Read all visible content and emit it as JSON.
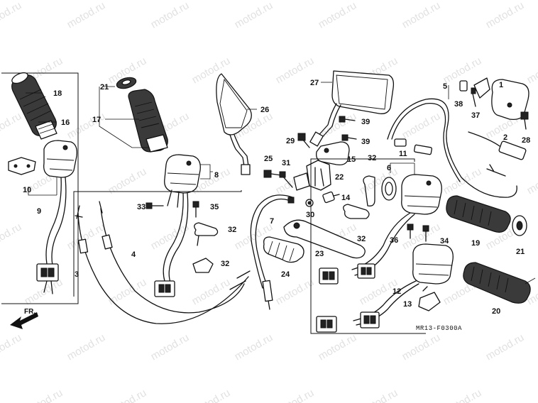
{
  "diagram_code": "MR13-F0300A",
  "direction_label": "FR.",
  "watermark": "motod.ru",
  "callouts": [
    "1",
    "2",
    "3",
    "4",
    "5",
    "6",
    "7",
    "8",
    "9",
    "10",
    "11",
    "12",
    "13",
    "14",
    "15",
    "16",
    "17",
    "18",
    "19",
    "20",
    "21",
    "21",
    "22",
    "23",
    "24",
    "25",
    "26",
    "27",
    "28",
    "29",
    "30",
    "31",
    "32",
    "32",
    "32",
    "32",
    "33",
    "34",
    "35",
    "36",
    "37",
    "38",
    "39",
    "39"
  ]
}
